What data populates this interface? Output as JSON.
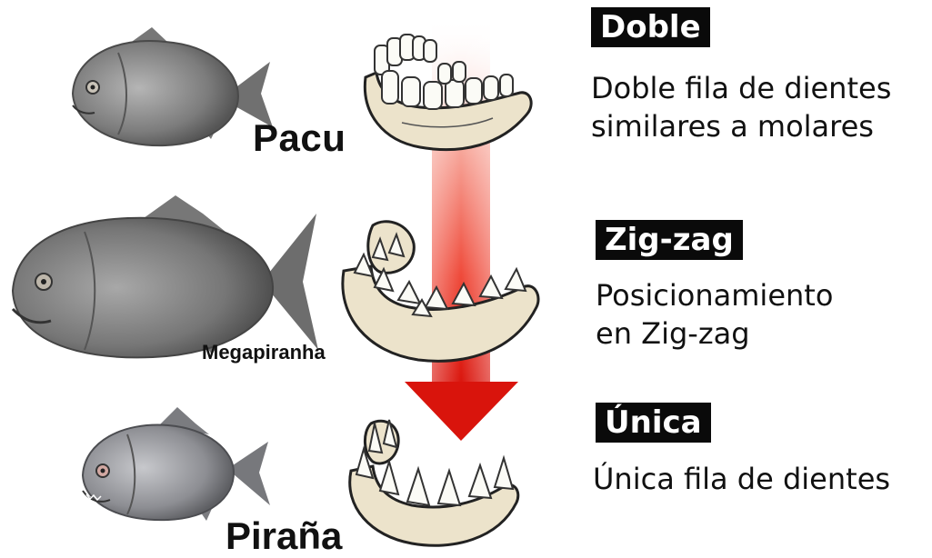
{
  "species": {
    "pacu": "Pacu",
    "megapiranha": "Megapiranha",
    "piranha": "Piraña"
  },
  "dentition": {
    "doble": {
      "title": "Doble",
      "line1": "Doble fila de dientes",
      "line2": "similares a molares"
    },
    "zigzag": {
      "title": "Zig-zag",
      "line1": "Posicionamiento",
      "line2": "en Zig-zag"
    },
    "unica": {
      "title": "Única",
      "line1": "Única fila de dientes"
    }
  },
  "colors": {
    "arrow_top": "#ffffff",
    "arrow_mid": "#ef4a3a",
    "arrow_bottom": "#d9140c",
    "bone": "#ece3cb",
    "tooth": "#fbfbf6",
    "fish_gray": "#8a8a8a",
    "badge_bg": "#0a0a0a"
  }
}
